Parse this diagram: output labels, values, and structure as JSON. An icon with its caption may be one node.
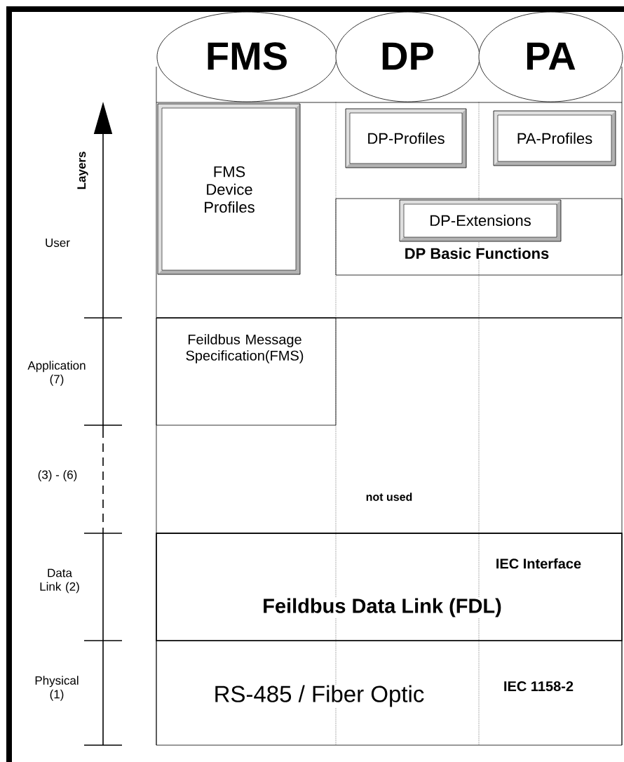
{
  "diagram": {
    "nodes": [
      {
        "text": [
          "FMS"
        ]
      },
      {
        "text": [
          "DP"
        ]
      },
      {
        "text": [
          "PA"
        ]
      },
      {
        "text": [
          "FMS Device Profiles"
        ]
      },
      {
        "text": [
          "DP-Profiles"
        ]
      },
      {
        "text": [
          "PA-Profiles"
        ]
      },
      {
        "text": [
          "DP Basic Functions"
        ]
      },
      {
        "text": [
          "DP-Extensions"
        ],
        "in": 6
      },
      {
        "text": [
          "Feildbus Message Specification(FMS)"
        ]
      },
      {
        "text": [
          "IEC Interface",
          "Feildbus Data Link (FDL)"
        ]
      },
      {
        "text": [
          "RS-485 / Fiber Optic",
          "IEC 1158-2"
        ]
      }
    ],
    "labels": [
      "Layers",
      "User",
      "Application (7)",
      "(3) - (6)",
      "not used",
      "Data Link (2)",
      "Physical (1)"
    ]
  }
}
